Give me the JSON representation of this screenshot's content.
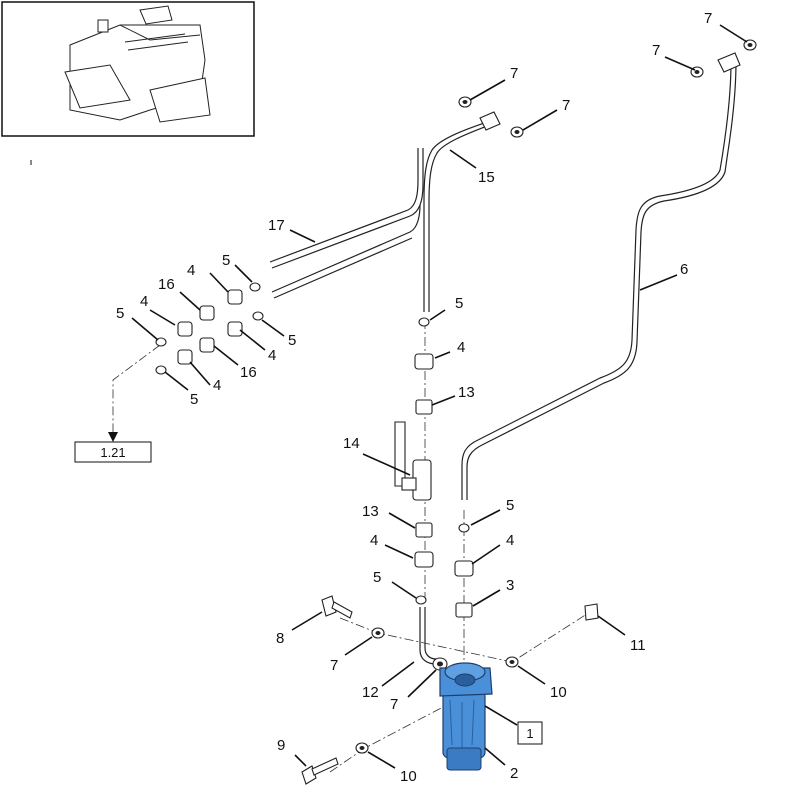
{
  "callouts": {
    "c1": "1",
    "c2": "2",
    "c3": "3",
    "c4": "4",
    "c5": "5",
    "c6": "6",
    "c7": "7",
    "c8": "8",
    "c9": "9",
    "c10": "10",
    "c11": "11",
    "c12": "12",
    "c13": "13",
    "c14": "14",
    "c15": "15",
    "c16": "16",
    "c17": "17"
  },
  "reference_box": "1.21",
  "colors": {
    "filter_body": "#4a90d9",
    "filter_dark": "#2a5f9e",
    "line": "#222222"
  }
}
